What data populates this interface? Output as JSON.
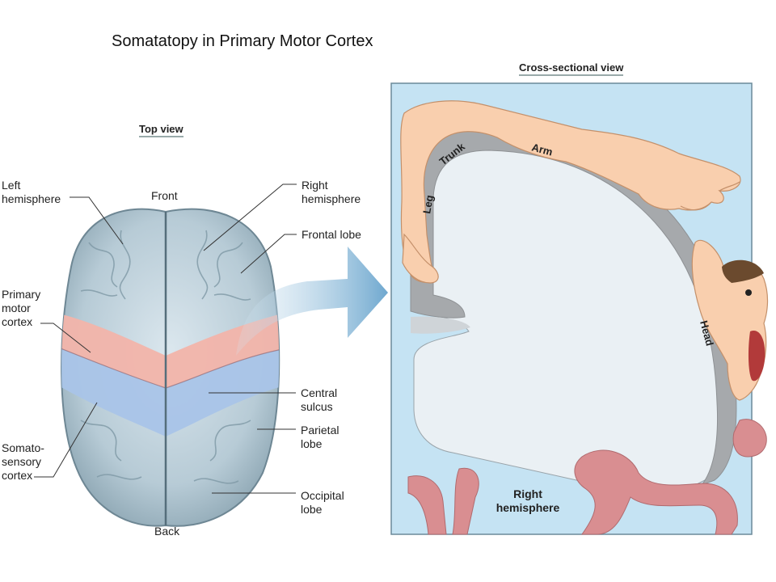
{
  "title": "Somatatopy in Primary Motor Cortex",
  "top_view": {
    "heading": "Top view",
    "labels": {
      "left_hemisphere": "Left\nhemisphere",
      "front": "Front",
      "right_hemisphere": "Right\nhemisphere",
      "frontal_lobe": "Frontal lobe",
      "primary_motor_cortex": "Primary\nmotor\ncortex",
      "central_sulcus": "Central\nsulcus",
      "parietal_lobe": "Parietal\nlobe",
      "somatosensory_cortex": "Somato-\nsensory\ncortex",
      "occipital_lobe": "Occipital\nlobe",
      "back": "Back"
    }
  },
  "cross_section": {
    "heading": "Cross-sectional view",
    "body_parts": {
      "leg": "Leg",
      "trunk": "Trunk",
      "arm": "Arm",
      "head": "Head"
    },
    "hemisphere_label": "Right\nhemisphere"
  },
  "colors": {
    "motor_cortex": "#f2b4aa",
    "sensory_cortex": "#a9c4e8",
    "brain": "#c9d8e0",
    "panel_bg": "#c5e3f3",
    "cortex_band": "#a6a9ac",
    "skin": "#f9cfae"
  }
}
